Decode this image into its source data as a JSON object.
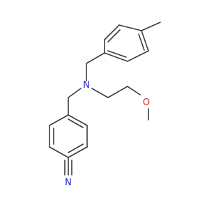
{
  "molecule": {
    "atoms": {
      "nitrogen_amine": {
        "symbol": "N",
        "color": "#2020d0"
      },
      "oxygen_ether": {
        "symbol": "O",
        "color": "#e02020"
      },
      "nitrogen_nitrile": {
        "symbol": "N",
        "color": "#2020d0"
      }
    },
    "bond_color": "#3b3b3b",
    "background": "#ffffff"
  }
}
